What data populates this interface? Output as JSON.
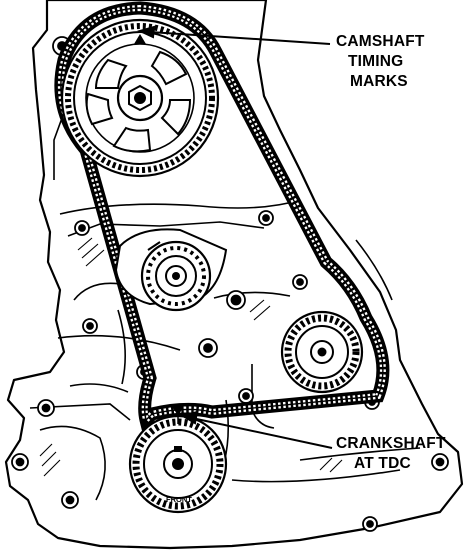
{
  "labels": {
    "camshaft_line1": "CAMSHAFT",
    "camshaft_line2": "TIMING",
    "camshaft_line3": "MARKS",
    "crankshaft_line1": "CRANKSHAFT",
    "crankshaft_line2": "AT TDC",
    "sprocket_front": "FRONT"
  },
  "colors": {
    "ink": "#000000",
    "paper": "#ffffff"
  }
}
